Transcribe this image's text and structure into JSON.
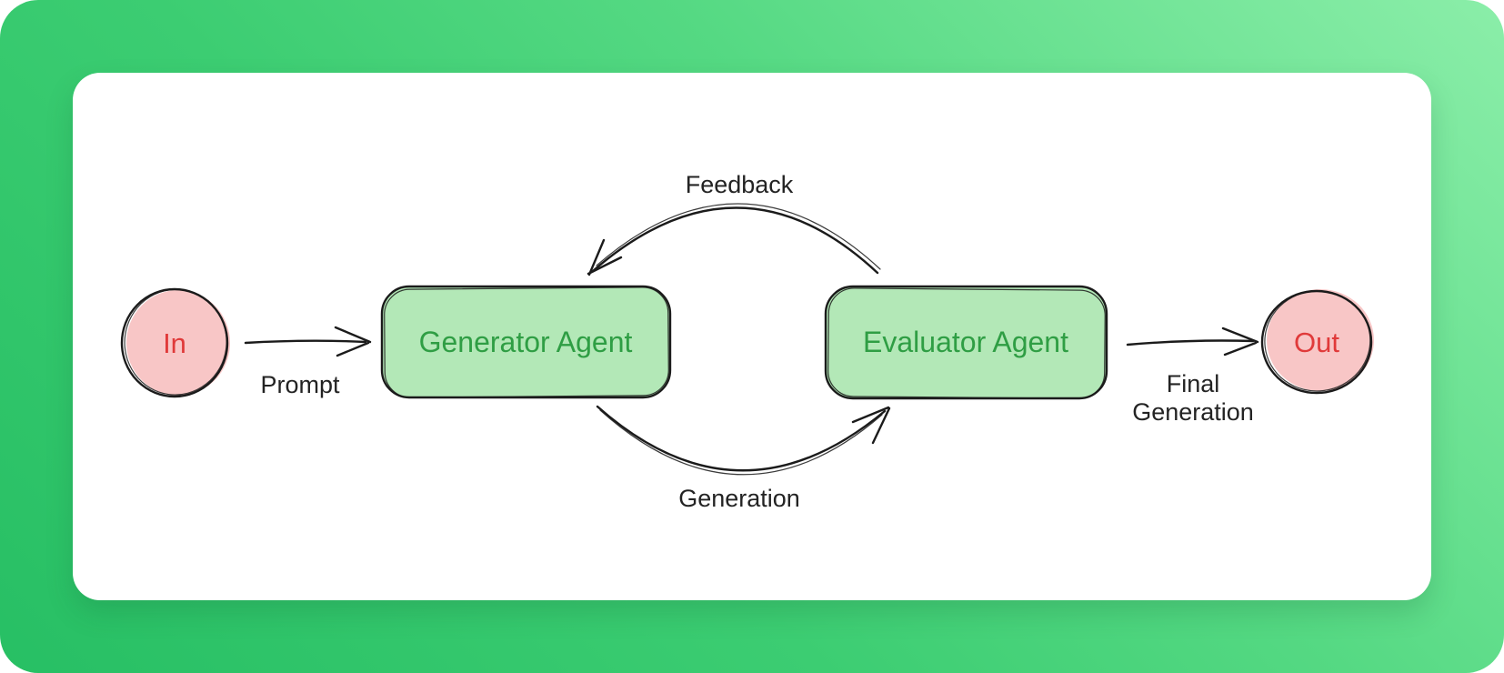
{
  "canvas": {
    "background_gradient_light": "#8beea9",
    "background_gradient_dark": "#27bf64",
    "card_color": "#ffffff",
    "stroke_color": "#1b1b1b",
    "edge_label_color": "#232323"
  },
  "nodes": {
    "input": {
      "label": "In",
      "shape": "circle",
      "fill": "#f8c6c6",
      "text_color": "#e03a3a"
    },
    "generator": {
      "label": "Generator Agent",
      "shape": "rounded-box",
      "fill": "#b3e8b7",
      "text_color": "#2f9e44"
    },
    "evaluator": {
      "label": "Evaluator Agent",
      "shape": "rounded-box",
      "fill": "#b3e8b7",
      "text_color": "#2f9e44"
    },
    "output": {
      "label": "Out",
      "shape": "circle",
      "fill": "#f8c6c6",
      "text_color": "#e03a3a"
    }
  },
  "edges": {
    "prompt": {
      "label": "Prompt",
      "from": "input",
      "to": "generator",
      "style": "straight-arrow"
    },
    "feedback": {
      "label": "Feedback",
      "from": "evaluator",
      "to": "generator",
      "style": "curved-arrow-top"
    },
    "generation": {
      "label": "Generation",
      "from": "generator",
      "to": "evaluator",
      "style": "curved-arrow-bottom"
    },
    "final_generation": {
      "label_line1": "Final",
      "label_line2": "Generation",
      "from": "evaluator",
      "to": "output",
      "style": "straight-arrow"
    }
  }
}
